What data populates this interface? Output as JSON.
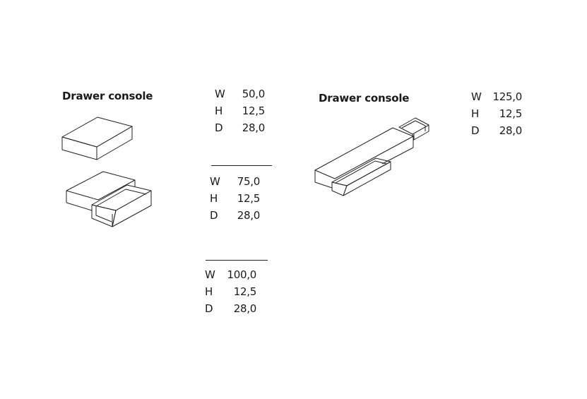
{
  "left": {
    "title": "Drawer console",
    "variants": [
      {
        "rows": [
          {
            "label": "W",
            "value": "50,0"
          },
          {
            "label": "H",
            "value": "12,5"
          },
          {
            "label": "D",
            "value": "28,0"
          }
        ]
      },
      {
        "rows": [
          {
            "label": "W",
            "value": "75,0"
          },
          {
            "label": "H",
            "value": "12,5"
          },
          {
            "label": "D",
            "value": "28,0"
          }
        ]
      },
      {
        "rows": [
          {
            "label": "W",
            "value": "100,0"
          },
          {
            "label": "H",
            "value": "12,5"
          },
          {
            "label": "D",
            "value": "28,0"
          }
        ]
      }
    ]
  },
  "right": {
    "title": "Drawer console",
    "rows": [
      {
        "label": "W",
        "value": "125,0"
      },
      {
        "label": "H",
        "value": "12,5"
      },
      {
        "label": "D",
        "value": "28,0"
      }
    ]
  }
}
